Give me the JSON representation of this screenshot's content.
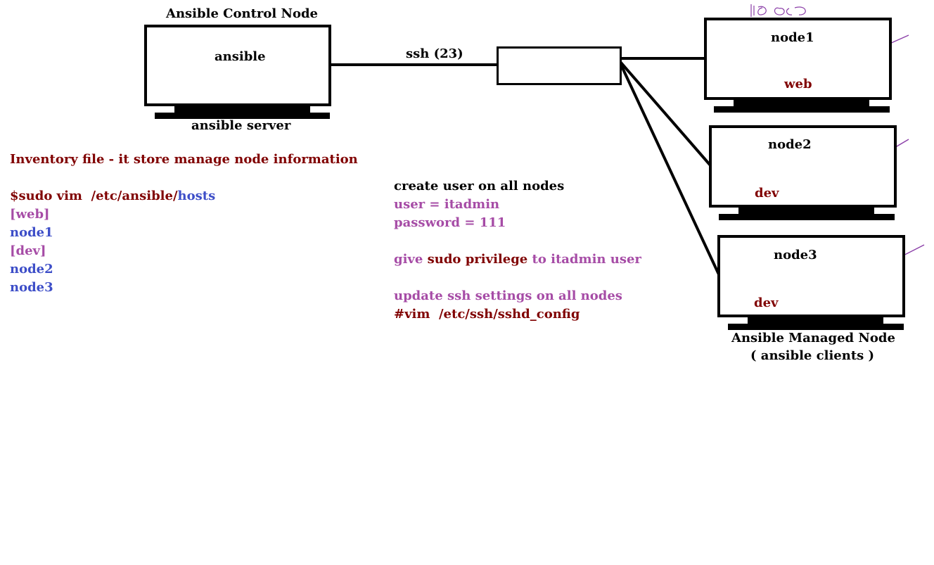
{
  "colors": {
    "text": "#000000",
    "maroon": "#800000",
    "purple": "#a64ca6",
    "blue": "#3d4ec8",
    "ink": "#8b3fa8"
  },
  "control": {
    "heading": "Ansible Control Node",
    "box_label": "ansible",
    "footer": "ansible server"
  },
  "link": {
    "label": "ssh (23)"
  },
  "managed": {
    "nodes": [
      {
        "name": "node1",
        "group": "web"
      },
      {
        "name": "node2",
        "group": "dev"
      },
      {
        "name": "node3",
        "group": "dev"
      }
    ],
    "footer_line1": "Ansible Managed Node",
    "footer_line2": "( ansible clients )"
  },
  "inventory": {
    "title": "Inventory file - it store manage node information",
    "command_prefix": "$sudo vim",
    "command_path": "/etc/ansible/",
    "command_file": "hosts",
    "lines": [
      "[web]",
      "node1",
      "[dev]",
      "node2",
      "node3"
    ]
  },
  "notes": {
    "create_user": "create user on all nodes",
    "user": "user = itadmin",
    "password": "password = 111",
    "sudo_give": "give",
    "sudo_priv": "sudo privilege",
    "sudo_to": "to itadmin user",
    "update_ssh": "update ssh settings on all nodes",
    "vim_cmd": "#vim",
    "vim_path": "/etc/ssh/sshd_config"
  }
}
